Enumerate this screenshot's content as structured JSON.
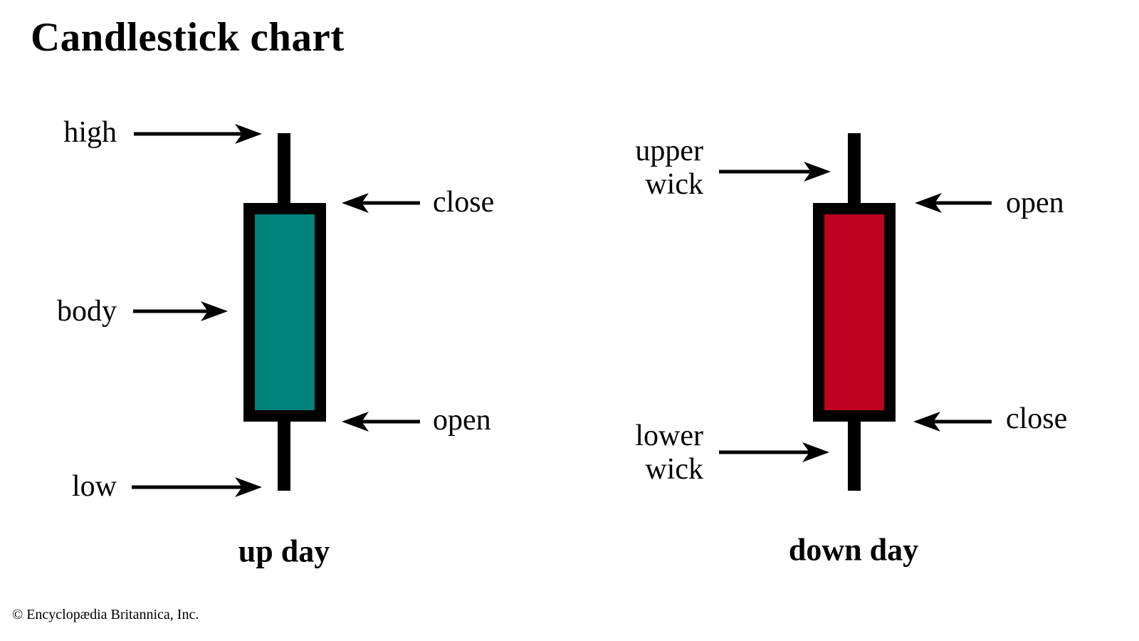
{
  "title": "Candlestick chart",
  "copyright": "© Encyclopædia Britannica, Inc.",
  "colors": {
    "background": "#ffffff",
    "outline": "#000000",
    "text": "#000000",
    "up_body": "#00817a",
    "down_body": "#be0322"
  },
  "up_candle": {
    "caption": "up day",
    "labels": {
      "high": "high",
      "close": "close",
      "body": "body",
      "open": "open",
      "low": "low"
    }
  },
  "down_candle": {
    "caption": "down day",
    "labels": {
      "upper_wick": [
        "upper",
        "wick"
      ],
      "open": "open",
      "close": "close",
      "lower_wick": [
        "lower",
        "wick"
      ]
    }
  }
}
